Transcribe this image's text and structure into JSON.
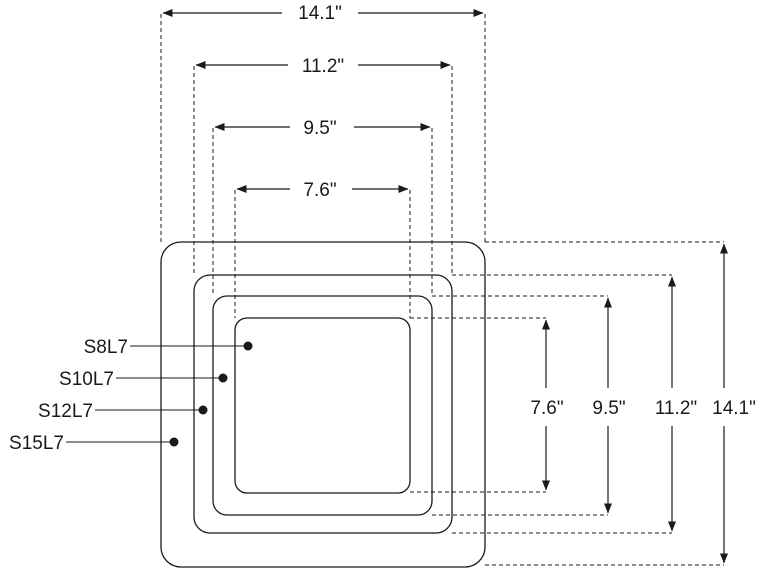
{
  "diagram": {
    "widths": {
      "w14": "14.1\"",
      "w11": "11.2\"",
      "w9": "9.5\"",
      "w7": "7.6\""
    },
    "heights": {
      "h7": "7.6\"",
      "h9": "9.5\"",
      "h11": "11.2\"",
      "h14": "14.1\""
    },
    "models": {
      "s8": "S8L7",
      "s10": "S10L7",
      "s12": "S12L7",
      "s15": "S15L7"
    },
    "colors": {
      "line": "#1a1a1a",
      "background": "#ffffff"
    }
  }
}
